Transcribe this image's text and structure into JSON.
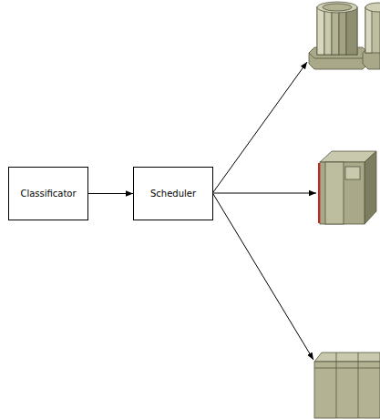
{
  "diagram": {
    "nodes": [
      {
        "text": [
          "Classificator"
        ]
      },
      {
        "text": [
          "Scheduler"
        ]
      }
    ],
    "edges": [
      {
        "from": 0,
        "to": 1,
        "arrow": "to"
      }
    ]
  }
}
